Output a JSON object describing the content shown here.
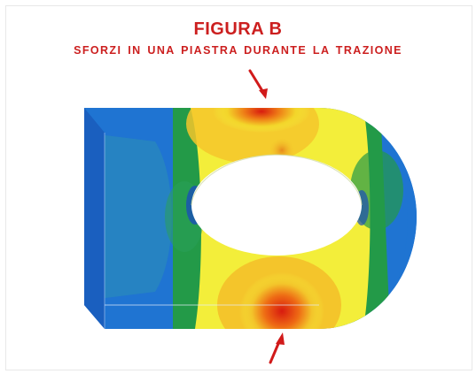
{
  "header": {
    "title": "FIGURA B",
    "subtitle": "SFORZI IN UNA PIASTRA DURANTE LA TRAZIONE"
  },
  "colors": {
    "title": "#cc1f1f",
    "arrow": "#d11a1a",
    "stress_scale": [
      "#1c6fd0",
      "#3fa6e8",
      "#2aa3a0",
      "#22963e",
      "#f3ee3a",
      "#f3b91f",
      "#ee7a16",
      "#d81b0f"
    ]
  },
  "illustration": {
    "subject": "plate-with-hole-stress-contour",
    "arrows": [
      "top-arrow",
      "bottom-arrow"
    ]
  }
}
